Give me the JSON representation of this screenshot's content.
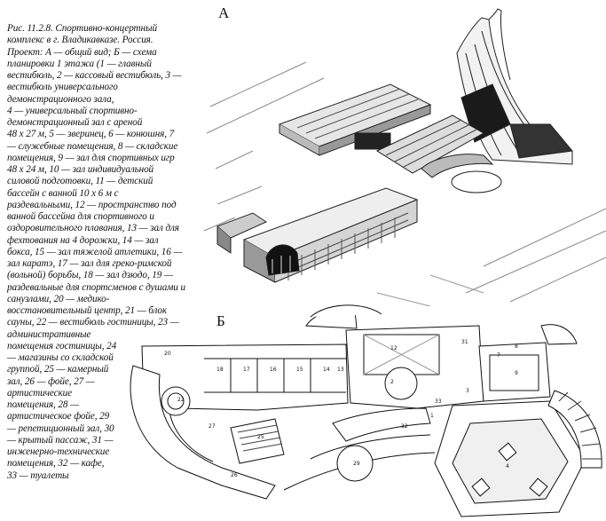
{
  "labels": {
    "a": "А",
    "b": "Б"
  },
  "caption_lines": [
    "Рис. 11.2.8. Спортивно-концертный",
    "комплекс в г. Владикавказе. Россия.",
    "Проект: А — общий вид; Б — схема",
    "планировки 1 этажа (1 — главный",
    "вестибюль, 2 — кассовый вестибюль, 3 —",
    "вестибюль универсального",
    "демонстрационного зала,",
    "4 — универсальный спортивно-",
    "демонстрационный зал с ареной",
    "48 х 27 м, 5 — зверинец, 6 — конюшня, 7",
    "— служебные помещения, 8 — складские",
    "помещения, 9 — зал для спортивных игр",
    "48 х 24 м, 10 — зал индивидуальной",
    "силовой подготовки, 11 — детский",
    "бассейн с ванной 10 х 6 м с",
    "раздевальными, 12 — пространство под",
    "ванной бассейна для спортивного и",
    "оздоровительного плавания, 13 — зал для",
    "фехтования на 4 дорожки, 14 — зал",
    "бокса, 15 — зал тяжелой атлетики, 16 —",
    "зал каратэ, 17 — зал для греко-римской",
    "(вольной) борьбы, 18 — зал дзюдо, 19 —",
    "раздевальные для спортсменов с душами и",
    "санузлами, 20 — медико-",
    "восстановительный центр, 21 — блок",
    "сауны, 22 — вестибюль гостиницы, 23 —",
    "административные",
    "помещения гостиницы, 24",
    "— магазины со складской",
    "группой, 25 — камерный",
    "зал, 26 — фойе, 27 —",
    "артистические",
    "помещения, 28 —",
    "артистическое фойе, 29",
    "— репетиционный зал, 30",
    "— крытый пассаж, 31 —",
    "инженерно-технические",
    "помещения, 32 — кафе,",
    "33 — туалеты"
  ],
  "plan_room_numbers": [
    "20",
    "18",
    "17",
    "16",
    "15",
    "14",
    "13",
    "12",
    "31",
    "7",
    "8",
    "9",
    "4",
    "2",
    "1",
    "3",
    "22",
    "25",
    "26",
    "27",
    "29",
    "32",
    "33"
  ]
}
